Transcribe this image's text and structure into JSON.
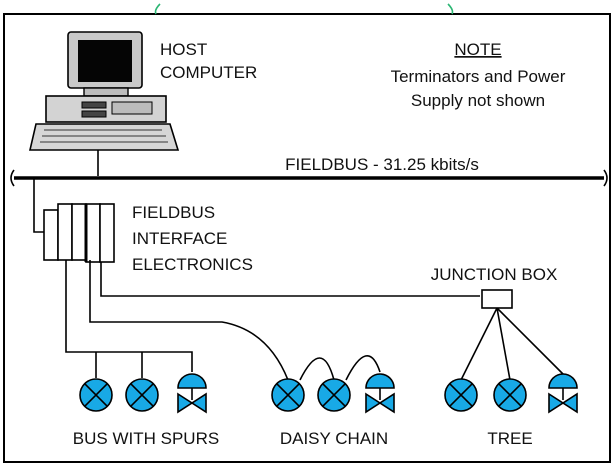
{
  "host": {
    "line1": "HOST",
    "line2": "COMPUTER"
  },
  "note": {
    "heading": "NOTE",
    "line1": "Terminators and Power",
    "line2": "Supply not shown"
  },
  "fieldbus": {
    "label": "FIELDBUS - 31.25 kbits/s"
  },
  "interface": {
    "line1": "FIELDBUS",
    "line2": "INTERFACE",
    "line3": "ELECTRONICS"
  },
  "junction": {
    "label": "JUNCTION BOX"
  },
  "topologies": {
    "bus": "BUS WITH SPURS",
    "daisy": "DAISY CHAIN",
    "tree": "TREE"
  },
  "colors": {
    "device_fill": "#18a9e6",
    "border": "#000000",
    "top_accent": "#2bb673"
  }
}
